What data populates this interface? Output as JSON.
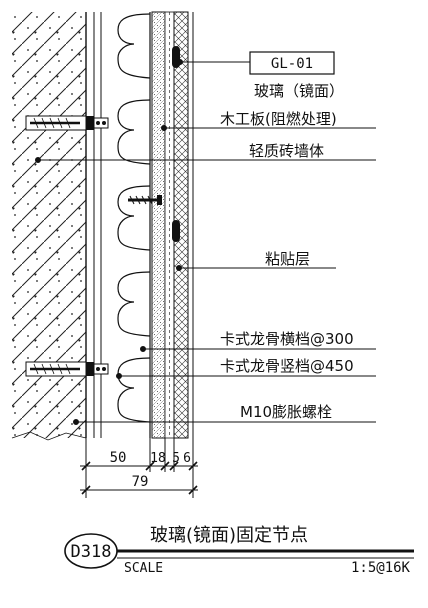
{
  "labels": {
    "tag": "GL-01",
    "glass": "玻璃（镜面）",
    "wood_board": "木工板(阻燃处理)",
    "brick_wall": "轻质砖墙体",
    "adhesive": "粘贴层",
    "keel_horizontal": "卡式龙骨横档@300",
    "keel_vertical": "卡式龙骨竖档@450",
    "bolt": "M10膨胀螺栓"
  },
  "dimensions": {
    "d1": "50",
    "d2": "18",
    "d3": "5",
    "d4": "6",
    "total": "79"
  },
  "title_block": {
    "id": "D318",
    "title": "玻璃(镜面)固定节点",
    "scale_label": "SCALE",
    "scale_value": "1:5@16K"
  },
  "colors": {
    "line": "#111111",
    "hatch": "#222222"
  }
}
